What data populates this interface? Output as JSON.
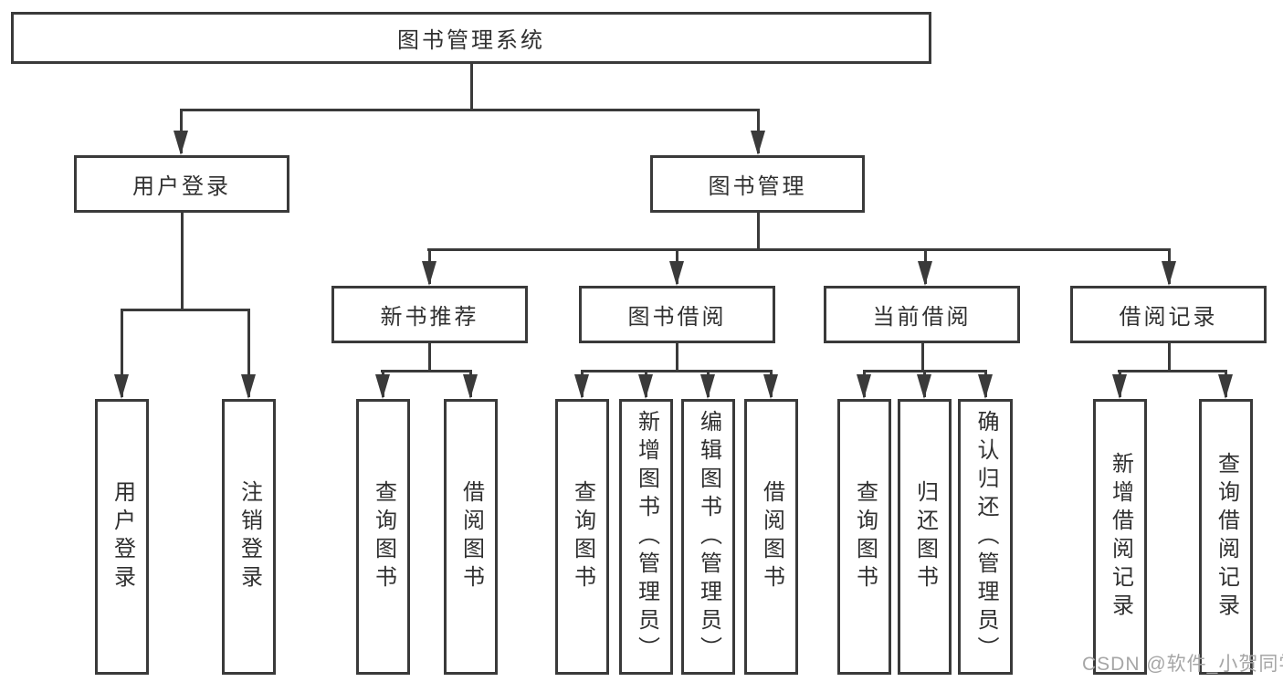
{
  "diagram": {
    "title": "图书管理系统",
    "level1": [
      {
        "label": "用户登录",
        "children": [
          "用户登录",
          "注销登录"
        ]
      },
      {
        "label": "图书管理",
        "sections": [
          {
            "label": "新书推荐",
            "children": [
              "查询图书",
              "借阅图书"
            ]
          },
          {
            "label": "图书借阅",
            "children": [
              "查询图书",
              "新增图书（管理员）",
              "编辑图书（管理员）",
              "借阅图书"
            ]
          },
          {
            "label": "当前借阅",
            "children": [
              "查询图书",
              "归还图书",
              "确认归还（管理员）"
            ]
          },
          {
            "label": "借阅记录",
            "children": [
              "新增借阅记录",
              "查询借阅记录"
            ]
          }
        ]
      }
    ]
  },
  "watermark": "CSDN @软件_小贺同学",
  "colors": {
    "line": "#3a3a3a",
    "text": "#303030",
    "watermark": "#a6a6a6",
    "background": "#ffffff"
  }
}
